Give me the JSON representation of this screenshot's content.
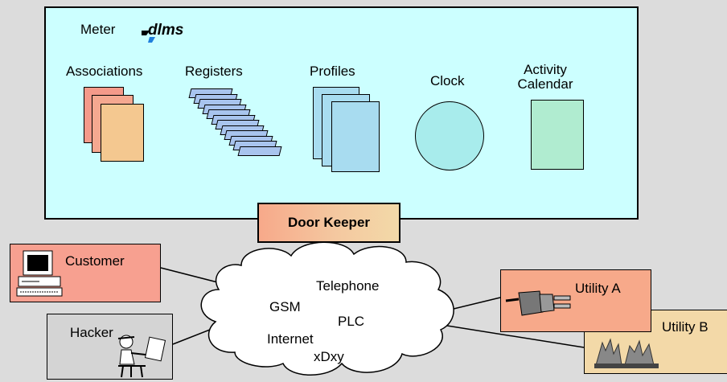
{
  "meter": {
    "title": "Meter",
    "logo_text": "dlms",
    "objects": {
      "associations": "Associations",
      "registers": "Registers",
      "profiles": "Profiles",
      "clock": "Clock",
      "activity_calendar_line1": "Activity",
      "activity_calendar_line2": "Calendar"
    }
  },
  "door_keeper": "Door Keeper",
  "network": {
    "telephone": "Telephone",
    "gsm": "GSM",
    "plc": "PLC",
    "internet": "Internet",
    "xdxy": "xDxy"
  },
  "parties": {
    "customer": "Customer",
    "hacker": "Hacker",
    "utility_a": "Utility A",
    "utility_b": "Utility B"
  },
  "colors": {
    "meter_bg": "#ccffff",
    "associations": "#f4c890",
    "associations_back": "#f59a8a",
    "registers": "#a8c4ee",
    "profiles": "#a8dcf0",
    "clock": "#a8ecec",
    "activity_calendar": "#b0ecd0",
    "customer": "#f7a090",
    "hacker": "#d4d4d4",
    "utility_a": "#f7a98a",
    "utility_b": "#f3d9a8"
  }
}
